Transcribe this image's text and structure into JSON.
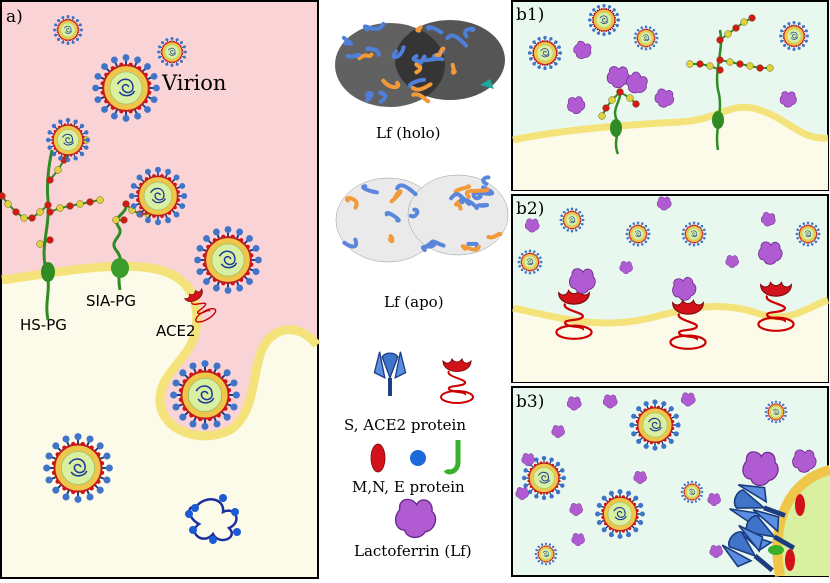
{
  "panels": {
    "a": "a)",
    "b1": "b1)",
    "b2": "b2)",
    "b3": "b3)"
  },
  "labels": {
    "virion": "Virion",
    "hs_pg": "HS-PG",
    "sia_pg": "SIA-PG",
    "ace2": "ACE2",
    "lf_holo": "Lf (holo)",
    "lf_apo": "Lf (apo)"
  },
  "legend": {
    "s_ace2": "S, ACE2 protein",
    "mne": "M,N, E protein",
    "lactoferrin": "Lactoferrin (Lf)"
  },
  "colors": {
    "extracellular_pink": "#f9d3d5",
    "cytoplasm": "#fcfbe9",
    "membrane": "#f4e37a",
    "b_panel_bg": "#e9f8ef",
    "spike_blue": "#3f74c8",
    "ace2_red": "#d2111a",
    "lactoferrin": "#b05bd2",
    "pg_green": "#2f8b24",
    "virion_core": "#d8f0a0"
  }
}
